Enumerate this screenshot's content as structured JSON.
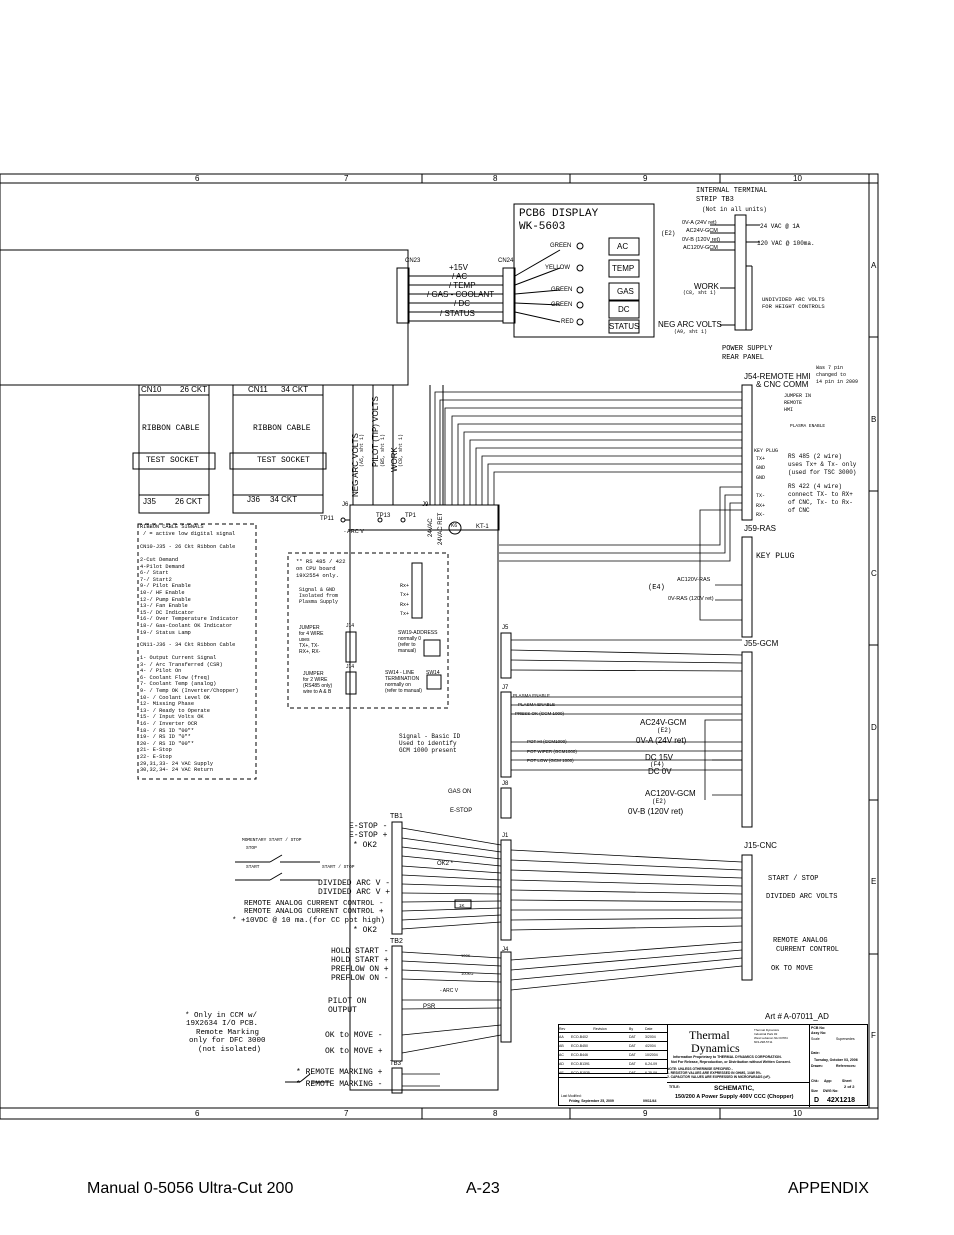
{
  "columns": [
    "6",
    "7",
    "8",
    "9",
    "10"
  ],
  "rows": [
    "A",
    "B",
    "C",
    "D",
    "E",
    "F"
  ],
  "pcb6": {
    "title": "PCB6  DISPLAY",
    "part": "WK-5603"
  },
  "indicators": [
    {
      "led": "GREEN",
      "label": "AC"
    },
    {
      "led": "YELLOW",
      "label": "TEMP"
    },
    {
      "led": "GREEN",
      "label": "GAS"
    },
    {
      "led": "GREEN",
      "label": "DC"
    },
    {
      "led": "RED",
      "label": "STATUS"
    }
  ],
  "cn23": "CN23",
  "cn24": "CN24",
  "signals": [
    "+15V",
    "/ AC",
    "/ TEMP",
    "/ GAS - COOLANT",
    "/ DC",
    "/ STATUS"
  ],
  "terminal_strip": {
    "title": "INTERNAL TERMINAL",
    "title2": "STRIP   TB3",
    "note": "(Not in all units)",
    "e2": "(E2)",
    "pins": [
      "0V-A (24V ret)",
      "AC24V-GCM",
      "0V-B (120V ret)",
      "AC120V-GCM"
    ],
    "vac24": "24 VAC @ 1A",
    "vac120": "120 VAC @ 100ma.",
    "work": "WORK",
    "work_ref": "(C8, sht 1)",
    "undivided": "UNDIVIDED ARC VOLTS",
    "undivided2": "FOR HEIGHT CONTROLS",
    "neg_arc": "NEG ARC VOLTS",
    "neg_ref": "(A9, sht 1)",
    "power_supply": "POWER SUPPLY",
    "rear_panel": "REAR PANEL"
  },
  "ribbon": {
    "cn10": "CN10",
    "cn10_ckt": "26 CKT",
    "cn11": "CN11",
    "cn11_ckt": "34 CKT",
    "ribbon_cable": "RIBBON  CABLE",
    "test_socket": "TEST SOCKET",
    "j35": "J35",
    "j35_ckt": "26 CKT",
    "j36": "J36",
    "j36_ckt": "34 CKT"
  },
  "vertical_labels": [
    "NEG ARC VOLTS",
    "PILOT (TIP) VOLTS",
    "WORK",
    "24VAC",
    "24VAC RET"
  ],
  "vertical_refs": [
    "(A5, sht 1)",
    "(B5, sht 1)",
    "(C8, sht 1)"
  ],
  "j6": "J6",
  "j9": "J9",
  "tp11": "TP11",
  "tp13": "TP13",
  "tp1": "TP1",
  "k6": "K6",
  "kt1": "KT-1",
  "arc_v": "- ARC V",
  "j54": {
    "title": "J54-REMOTE HMI",
    "title2": "& CNC COMM",
    "note": [
      "Was 7 pin",
      "changed to",
      "14 pin in 2009"
    ],
    "jumper": [
      "JUMPER IN",
      "REMOTE",
      "HMI"
    ],
    "plasma_enable": "PLASMA ENABLE",
    "key_plug": "KEY PLUG",
    "pins": [
      "TX+",
      "GND",
      "GND",
      "TX-",
      "RX+",
      "RX-"
    ],
    "rs485": [
      "RS 485 (2 wire)",
      "uses Tx+ & Tx- only",
      "(used for TSC 3000)"
    ],
    "rs422": [
      "RS 422 (4 wire)",
      "connect TX- to RX+",
      "of CNC, Tx- to Rx-",
      "of CNC"
    ]
  },
  "j59": {
    "title": "J59-RAS",
    "key_plug": "KEY PLUG",
    "e4": "(E4)",
    "ac120": "AC120V-RAS",
    "ov": "0V-RAS (120V ret)"
  },
  "j55": {
    "title": "J55-GCM",
    "plasma_enable": "PLASMA ENABLE",
    "plasma_enable2": "PLASMA ENABLE",
    "press_ok": "PRESS OK (GCM 1000)",
    "pot_hi": "POT HI (GCM1000)",
    "pot_wiper": "POT WIPER (GCM1000)",
    "pot_low": "POT LOW (GCM 1000)",
    "ac24": "AC24V-GCM",
    "e2a": "(E2)",
    "ov_a": "0V-A (24V ret)",
    "dc15": "DC 15V",
    "f4": "(F4)",
    "dc0": "DC 0V",
    "ac120": "AC120V-GCM",
    "e2b": "(E2)",
    "ov_b": "0V-B (120V ret)",
    "signal_note": [
      "Signal - Basic ID",
      "Used to identify",
      "GCM 1000 present"
    ]
  },
  "j15": {
    "title": "J15-CNC",
    "start_stop": "START / STOP",
    "divided": "DIVIDED ARC VOLTS",
    "remote": "REMOTE ANALOG",
    "remote2": "CURRENT CONTROL",
    "ok_move": "OK TO MOVE"
  },
  "ribbon_signals": {
    "title": "RIBBON CABLE SIGNALS",
    "legend": "/  =  active low digital signal",
    "cn10_title": "CN10-J35 - 26 Ckt Ribbon Cable",
    "cn10_lines": [
      "2-Cut Demand",
      "4-Pilot Demand",
      "6-/ Start",
      "7-/ Start2",
      "9-/ Pilot Enable",
      "10-/ HF Enable",
      "12-/ Pump Enable",
      "13-/ Fan Enable",
      "15-/ DC Indicator",
      "16-/ Over Temperature Indicator",
      "18-/ Gas-Coolant OK Indicator",
      "19-/ Status Lamp"
    ],
    "cn11_title": "CN11-J36 - 34 Ckt Ribbon Cable",
    "cn11_lines": [
      "1- Output Current Signal",
      "3- / Arc Transferred  (CSR)",
      "4- / Pilot On",
      "6- Coolant Flow (freq)",
      "7- Coolant Temp (analog)",
      "9- / Temp OK (Inverter/Chopper)",
      "10- / Coolant Level OK",
      "12- Missing Phase",
      "13- / Ready to Operate",
      "15- / Input Volts OK",
      "16- / Inverter OCR",
      "18- / RS ID \"00\"*",
      "19- / RS ID \"0\"*",
      "20- / RS ID \"00\"*",
      "21- E-Stop",
      "22- E-Stop",
      "29,31,33- 24 VAC Supply",
      "30,32,34- 24 VAC Return"
    ]
  },
  "cpu": {
    "note": [
      "** RS 485 / 422",
      "on CPU board",
      "19X2554  only."
    ],
    "isolated": [
      "Signal & GND",
      "Isolated from",
      "Plasma Supply"
    ],
    "rx": [
      "Rx+",
      "Tx+",
      "Rx+",
      "Tx+"
    ],
    "jumper4": [
      "JUMPER",
      "for 4 WIRE",
      "uses",
      "TX+, TX-",
      "RX+, RX-"
    ],
    "jumper2": [
      "JUMPER",
      "for 2 WIRE",
      "(RS485 only)",
      "wire to A & B"
    ],
    "j14": "J14",
    "sw19": [
      "SW19-ADDRESS",
      "normally 0",
      "(refer to",
      "manual)"
    ],
    "sw14": [
      "SW14 - LINE",
      "TERMINATION",
      "normally on",
      "(refer to manual)"
    ],
    "sw14_label": "SW14"
  },
  "connectors": {
    "j5": "J5",
    "j7": "J7",
    "j8": "J8",
    "j1": "J1",
    "j4": "J4",
    "gas_on": "GAS ON",
    "estop": "E-STOP"
  },
  "tb1": {
    "title": "TB1",
    "estop_minus": "E-STOP -",
    "estop_plus": "E-STOP +",
    "ok2": "* OK2",
    "momentary": "MOMENTARY  START / STOP",
    "stop": "STOP",
    "start": "START",
    "start_stop": "START / STOP",
    "div_minus": "DIVIDED ARC V -",
    "div_plus": "DIVIDED ARC V +",
    "remote_minus": "REMOTE ANALOG CURRENT CONTROL -",
    "remote_plus": "REMOTE ANALOG CURRENT CONTROL +",
    "pot": "* +10VDC @ 10 ma.(for CC pot high)",
    "ok2b": "* OK2",
    "ok2_label": "OK2 *",
    "r1k": "1K"
  },
  "tb2": {
    "title": "TB2",
    "hold_minus": "HOLD START -",
    "hold_plus": "HOLD START +",
    "preflow_plus": "PREFLOW ON +",
    "preflow_minus": "PREFLOW ON -",
    "pilot_on": "PILOT ON",
    "output": "OUTPUT",
    "psr": "PSR",
    "ok_minus": "OK to MOVE -",
    "ok_plus": "OK to MOVE +",
    "r100k": "100K",
    "r100k2": "100KΩ",
    "arc_v": "- ARC V"
  },
  "tb3_label": "TB3",
  "remote_marking": {
    "plus": "* REMOTE MARKING  +",
    "minus": "* REMOTE MARKING  -"
  },
  "ccm_note": [
    "*  Only in CCM w/",
    "19X2634 I/O PCB.",
    "Remote Marking",
    "only for DFC 3000",
    "(not isolated)"
  ],
  "art": "Art # A-07011_AD",
  "title_block": {
    "rev_headers": [
      "Rev",
      "Revision",
      "By",
      "Date"
    ],
    "revisions": [
      [
        "AA",
        "ECO-B402",
        "DAT",
        "3/2004"
      ],
      [
        "AB",
        "ECO-B450",
        "DAT",
        "4/2004"
      ],
      [
        "AC",
        "ECO-B446",
        "DAT",
        "10/2004"
      ],
      [
        "AD",
        "ECO-B1391",
        "DAT",
        "6-24-09"
      ],
      [
        "AE",
        "ECO-B1535",
        "DAT",
        "6-25-09"
      ]
    ],
    "company": "Thermal",
    "company2": "Dynamics",
    "company_small": [
      "Thermal Dynamics",
      "Industrial Park #2",
      "West Lebanon NH 03784",
      "603-298-5711"
    ],
    "proprietary": "Information Proprietary to THERMAL DYNAMICS CORPORATION.",
    "not_release": "Not For Release, Reproduction, or Distribution without Written Consent.",
    "notes": [
      "NOTE: UNLESS OTHERWISE SPECIFIED -",
      "1. RESISTOR VALUES ARE EXPRESSED IN OHMS, 1/4W 5%.",
      "2. CAPACITOR VALUES ARE EXPRESSED IN MICROFARADS (uF)."
    ],
    "pcb": "PCB No:",
    "assy": "Assy No:",
    "scale": "Scale",
    "supersedes": "Supersedes",
    "date_label": "Date:",
    "date": "Tuesday, October 03, 2006",
    "drawn": "Drawn:",
    "references": "References:",
    "chk": "Chk:",
    "app": "App:",
    "sheet": "Sheet",
    "sheet_val": "2 of 2",
    "title_label": "TITLE:",
    "title": "SCHEMATIC,",
    "title2": "150/200 A Power Supply 400V CCC (Chopper)",
    "last_modified_label": "Last Modified:",
    "last_modified": "Friday, September 25, 2009",
    "file": "09/11/44",
    "size": "Size",
    "size_val": "D",
    "dwg": "DWG No:",
    "dwg_val": "42X1218"
  },
  "footer": {
    "left": "Manual  0-5056 Ultra-Cut 200",
    "center": "A-23",
    "right": "APPENDIX"
  }
}
